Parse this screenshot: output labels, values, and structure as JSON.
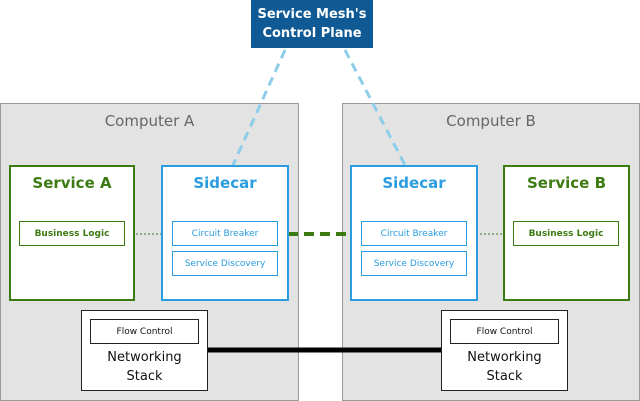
{
  "control_plane": {
    "line1": "Service Mesh's",
    "line2": "Control Plane"
  },
  "computers": [
    {
      "title": "Computer A",
      "service": {
        "title": "Service A",
        "business_logic": "Business Logic"
      },
      "sidecar": {
        "title": "Sidecar",
        "circuit_breaker": "Circuit Breaker",
        "service_discovery": "Service Discovery"
      },
      "networking": {
        "flow_control": "Flow Control",
        "line1": "Networking",
        "line2": "Stack"
      }
    },
    {
      "title": "Computer B",
      "service": {
        "title": "Service B",
        "business_logic": "Business Logic"
      },
      "sidecar": {
        "title": "Sidecar",
        "circuit_breaker": "Circuit Breaker",
        "service_discovery": "Service Discovery"
      },
      "networking": {
        "flow_control": "Flow Control",
        "line1": "Networking",
        "line2": "Stack"
      }
    }
  ],
  "colors": {
    "service": "#3c7a12",
    "sidecar": "#2a9ce0",
    "control_plane": "#0f5a94",
    "control_link": "#8ecde9",
    "computer_bg": "#e3e3e3"
  }
}
